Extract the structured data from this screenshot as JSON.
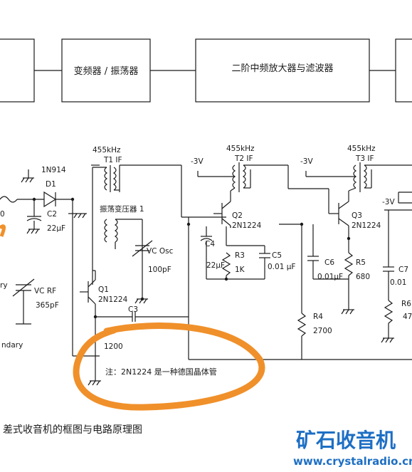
{
  "blocks": {
    "mixer": "变频器 / 振荡器",
    "if_amp": "二阶中频放大器与滤波器"
  },
  "labels": {
    "freq_t1": "455kHz",
    "freq_t2": "455kHz",
    "freq_t3": "455kHz",
    "t1": "T1 IF",
    "t2": "T2 IF",
    "t3": "T3 IF",
    "diode_type": "1N914",
    "d1": "D1",
    "c2": "C2",
    "c2_val": "22µF",
    "osc_coil": "振荡变压器 1",
    "neg3v_1": "-3V",
    "neg3v_2": "-3V",
    "neg3v_3": "-3V",
    "q2": "Q2",
    "q2_type": "2N1224",
    "q3": "Q3",
    "q3_type": "2N1224",
    "q1": "Q1",
    "q1_type": "2N1224",
    "c4": "C4",
    "c4_val": "22µF",
    "r3": "R3",
    "r3_val": "1K",
    "c5": "C5",
    "c5_val": "0.01 µF",
    "c6": "C6",
    "c6_val": "0.01µF",
    "r5": "R5",
    "r5_val": "680",
    "c7": "C7",
    "c7_val": "0.01",
    "r6": "R6",
    "r6_val": "47",
    "vc_osc": "VC Osc",
    "vc_osc_val": "100pF",
    "vc_rf": "VC RF",
    "vc_rf_val": "365pF",
    "c3": "C3",
    "r2_val": "1200",
    "r4": "R4",
    "r4_val": "2700",
    "ry": "ry",
    "ndary": "ndary",
    "zero": "0"
  },
  "note": "注：2N1224 是一种德国晶体管",
  "caption": "差式收音机的框图与电路原理图",
  "watermark": {
    "title": "矿石收音机",
    "url": "www.crystalradio.cn"
  },
  "colors": {
    "ink": "#1a1a1a",
    "highlight": "#f0902a",
    "watermark": "#1d6fc4"
  }
}
